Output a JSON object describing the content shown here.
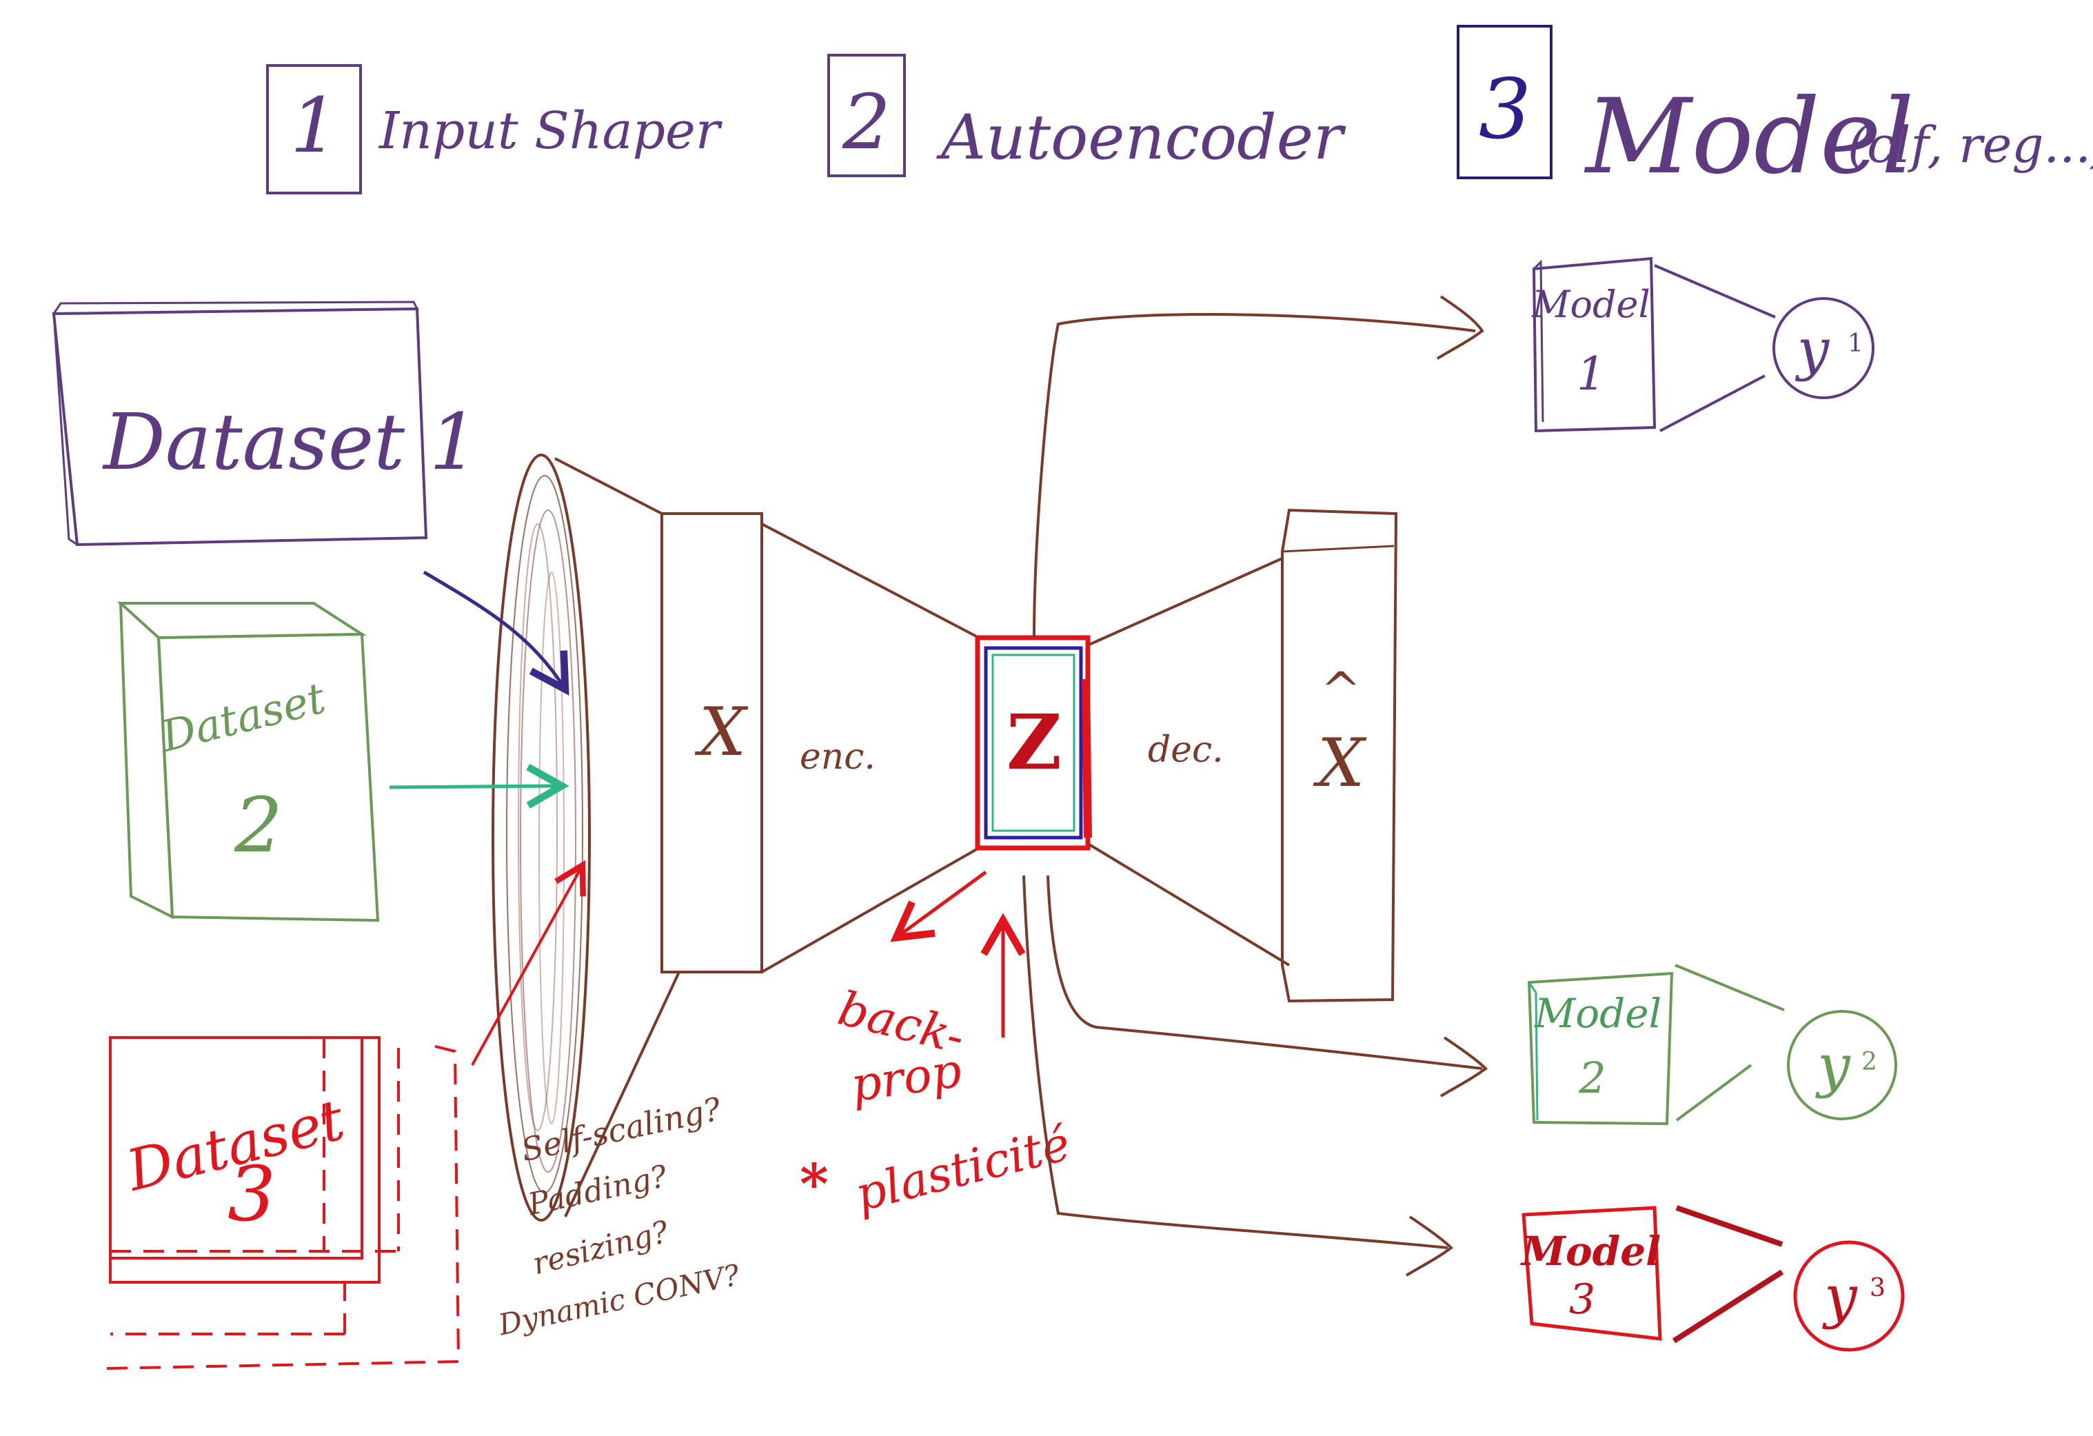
{
  "colors": {
    "purple": "#5e3a80",
    "indigo": "#2a1f6e",
    "brown": "#7a3a2a",
    "green": "#6a9a58",
    "teal": "#2fb58a",
    "red": "#e0161c",
    "darkred": "#b0141a",
    "blue": "#2a1fa0"
  },
  "legend": [
    {
      "number": "1",
      "label": "Input Shaper"
    },
    {
      "number": "2",
      "label": "Autoencoder"
    },
    {
      "number": "3",
      "label": "Model",
      "suffix": "(clf, reg...)"
    }
  ],
  "datasets": [
    {
      "label": "Dataset 1"
    },
    {
      "label": "Dataset",
      "number": "2"
    },
    {
      "label": "Dataset",
      "number": "3"
    }
  ],
  "shaper_questions": [
    "Self-scaling?",
    "Padding?",
    "resizing?",
    "Dynamic CONV?"
  ],
  "autoencoder": {
    "input": "X",
    "encoder": "enc.",
    "latent": "Z",
    "decoder": "dec.",
    "output_hat": "^",
    "output": "X"
  },
  "backprop": {
    "line1": "back-",
    "line2": "prop",
    "star": "*",
    "note": "plasticité"
  },
  "models": [
    {
      "label": "Model",
      "number": "1",
      "output": "y",
      "sub": "1"
    },
    {
      "label": "Model",
      "number": "2",
      "output": "y",
      "sub": "2"
    },
    {
      "label": "Model",
      "number": "3",
      "output": "y",
      "sub": "3"
    }
  ]
}
